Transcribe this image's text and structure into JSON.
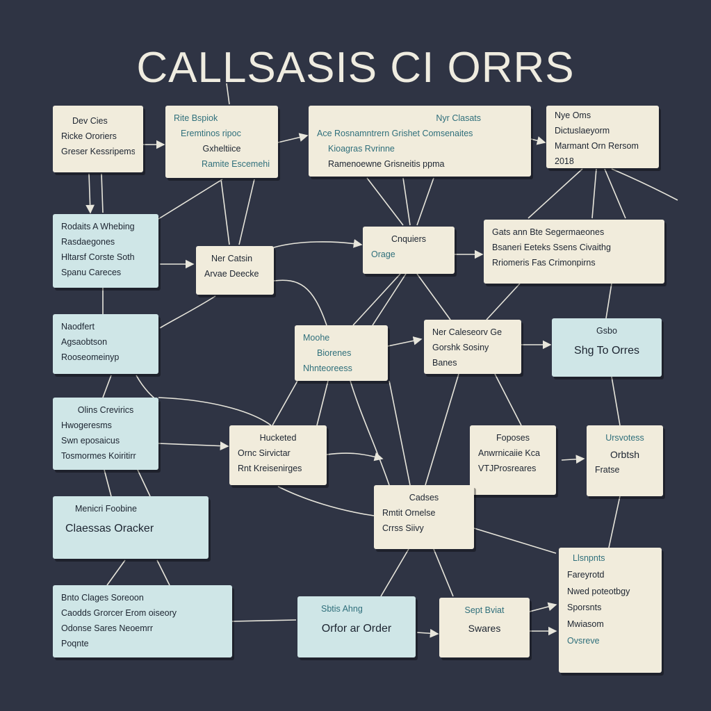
{
  "title": "CALLSASIS CI ORRS",
  "nodes": [
    {
      "id": "n1",
      "lines": [
        "Dev Cies",
        "Ricke Ororiers",
        "Greser Kessripems"
      ]
    },
    {
      "id": "n2",
      "lines": [
        "Rite   Bspiok",
        "Eremtinos ripoc",
        "Gxheltiice",
        "Ramite Escemehi"
      ]
    },
    {
      "id": "n3",
      "lines": [
        "Nyr   Clasats",
        "Ace Rosnamntrern   Grishet   Comsenaites",
        "Kioagras   Rvrinne",
        "Ramenoewne   Grisneitis ppma"
      ]
    },
    {
      "id": "n4",
      "lines": [
        "Nye   Oms",
        "Dictuslaeyorm",
        "Marmant Orn Rersom",
        "2018"
      ]
    },
    {
      "id": "n5",
      "lines": [
        "Rodaits A Whebing",
        "Rasdaegones",
        "Hltarsf   Corste Soth",
        "Spanu   Careces"
      ]
    },
    {
      "id": "n6",
      "lines": [
        "Ner Catsin",
        "Arvae Deecke"
      ]
    },
    {
      "id": "n7",
      "lines": [
        "Cnquiers",
        "Orage"
      ]
    },
    {
      "id": "n8",
      "lines": [
        "Gats ann   Bte Segermaeones",
        "Bsaneri Eeteks   Ssens Civaithg",
        "Rriomeris   Fas Crimonpirns"
      ]
    },
    {
      "id": "n9",
      "lines": [
        "Naodfert",
        "Agsaobtson",
        "Rooseomeinyp"
      ]
    },
    {
      "id": "n10",
      "lines": [
        "Moohe",
        "Biorenes",
        "Nhnteoreess"
      ]
    },
    {
      "id": "n11",
      "lines": [
        "Ner Caleseorv Ge",
        "Gorshk   Sosiny",
        "Banes"
      ]
    },
    {
      "id": "n12",
      "lines": [
        "Gsbo",
        "Shg To  Orres"
      ]
    },
    {
      "id": "n13",
      "lines": [
        "Olins Crevirics",
        "Hwogeresms",
        "Swn eposaicus",
        "Tosmormes Koiritirr"
      ]
    },
    {
      "id": "n14",
      "lines": [
        "Hucketed",
        "Ornc Sirvictar",
        "Rnt Kreisenirges"
      ]
    },
    {
      "id": "n15",
      "lines": [
        "Foposes",
        "Anwrnicaiie Kca",
        "VTJProsreares"
      ]
    },
    {
      "id": "n16",
      "lines": [
        "Ursvotess",
        "Orbtsh",
        "Fratse"
      ]
    },
    {
      "id": "n17",
      "lines": [
        "Menicri   Foobine",
        "Claessas   Oracker"
      ]
    },
    {
      "id": "n18",
      "lines": [
        "Cadses",
        "Rmtit Ornelse",
        "Crrss Siivy"
      ]
    },
    {
      "id": "n19",
      "lines": [
        "Llsnpnts",
        "Fareyrotd",
        "Nwed poteotbgy",
        "Sporsnts",
        "Mwiasom",
        "Ovsreve"
      ]
    },
    {
      "id": "n20",
      "lines": [
        "Bnto Clages   Soreoon",
        "Caodds Grorcer   Erom oiseory",
        "Odonse Sares   Neoemrr",
        "Poqnte"
      ]
    },
    {
      "id": "n21",
      "lines": [
        "Sbtis   Ahng",
        "Orfor ar Order"
      ]
    },
    {
      "id": "n22",
      "lines": [
        "Sept Bviat",
        "Swares"
      ]
    }
  ],
  "colors": {
    "background": "#2f3444",
    "cream": "#f1ecdc",
    "blue": "#cfe6e7",
    "edge": "#e8e6dc",
    "text": "#1c2430",
    "accent_text": "#2f6f7b"
  }
}
